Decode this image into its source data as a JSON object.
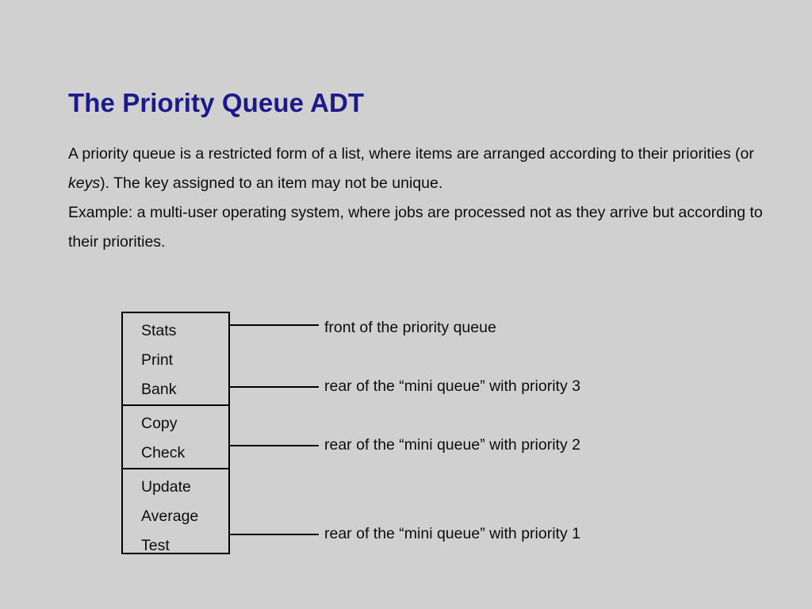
{
  "slide": {
    "title": "The Priority Queue ADT",
    "title_color": "#1a1a8c",
    "background_color": "#d0d0d0",
    "text_color": "#0d0d0d",
    "body": {
      "paragraph_1_part_1": "A priority queue is a restricted form of a list, where items are arranged according to their priorities (or ",
      "paragraph_1_emphasis": "keys",
      "paragraph_1_part_2": "). The key assigned to an item may not be unique.",
      "paragraph_2": "Example: a multi-user operating system, where jobs are processed not as they arrive but according to their priorities."
    },
    "diagram": {
      "groups": [
        {
          "priority": 3,
          "items": [
            "Stats",
            "Print",
            "Bank"
          ]
        },
        {
          "priority": 2,
          "items": [
            "Copy",
            "Check"
          ]
        },
        {
          "priority": 1,
          "items": [
            "Update",
            "Average",
            "Test"
          ]
        }
      ],
      "annotations": [
        "front of the priority queue",
        "rear of the “mini queue” with priority 3",
        "rear of the “mini queue” with priority 2",
        "rear of the “mini queue” with priority 1"
      ]
    }
  }
}
